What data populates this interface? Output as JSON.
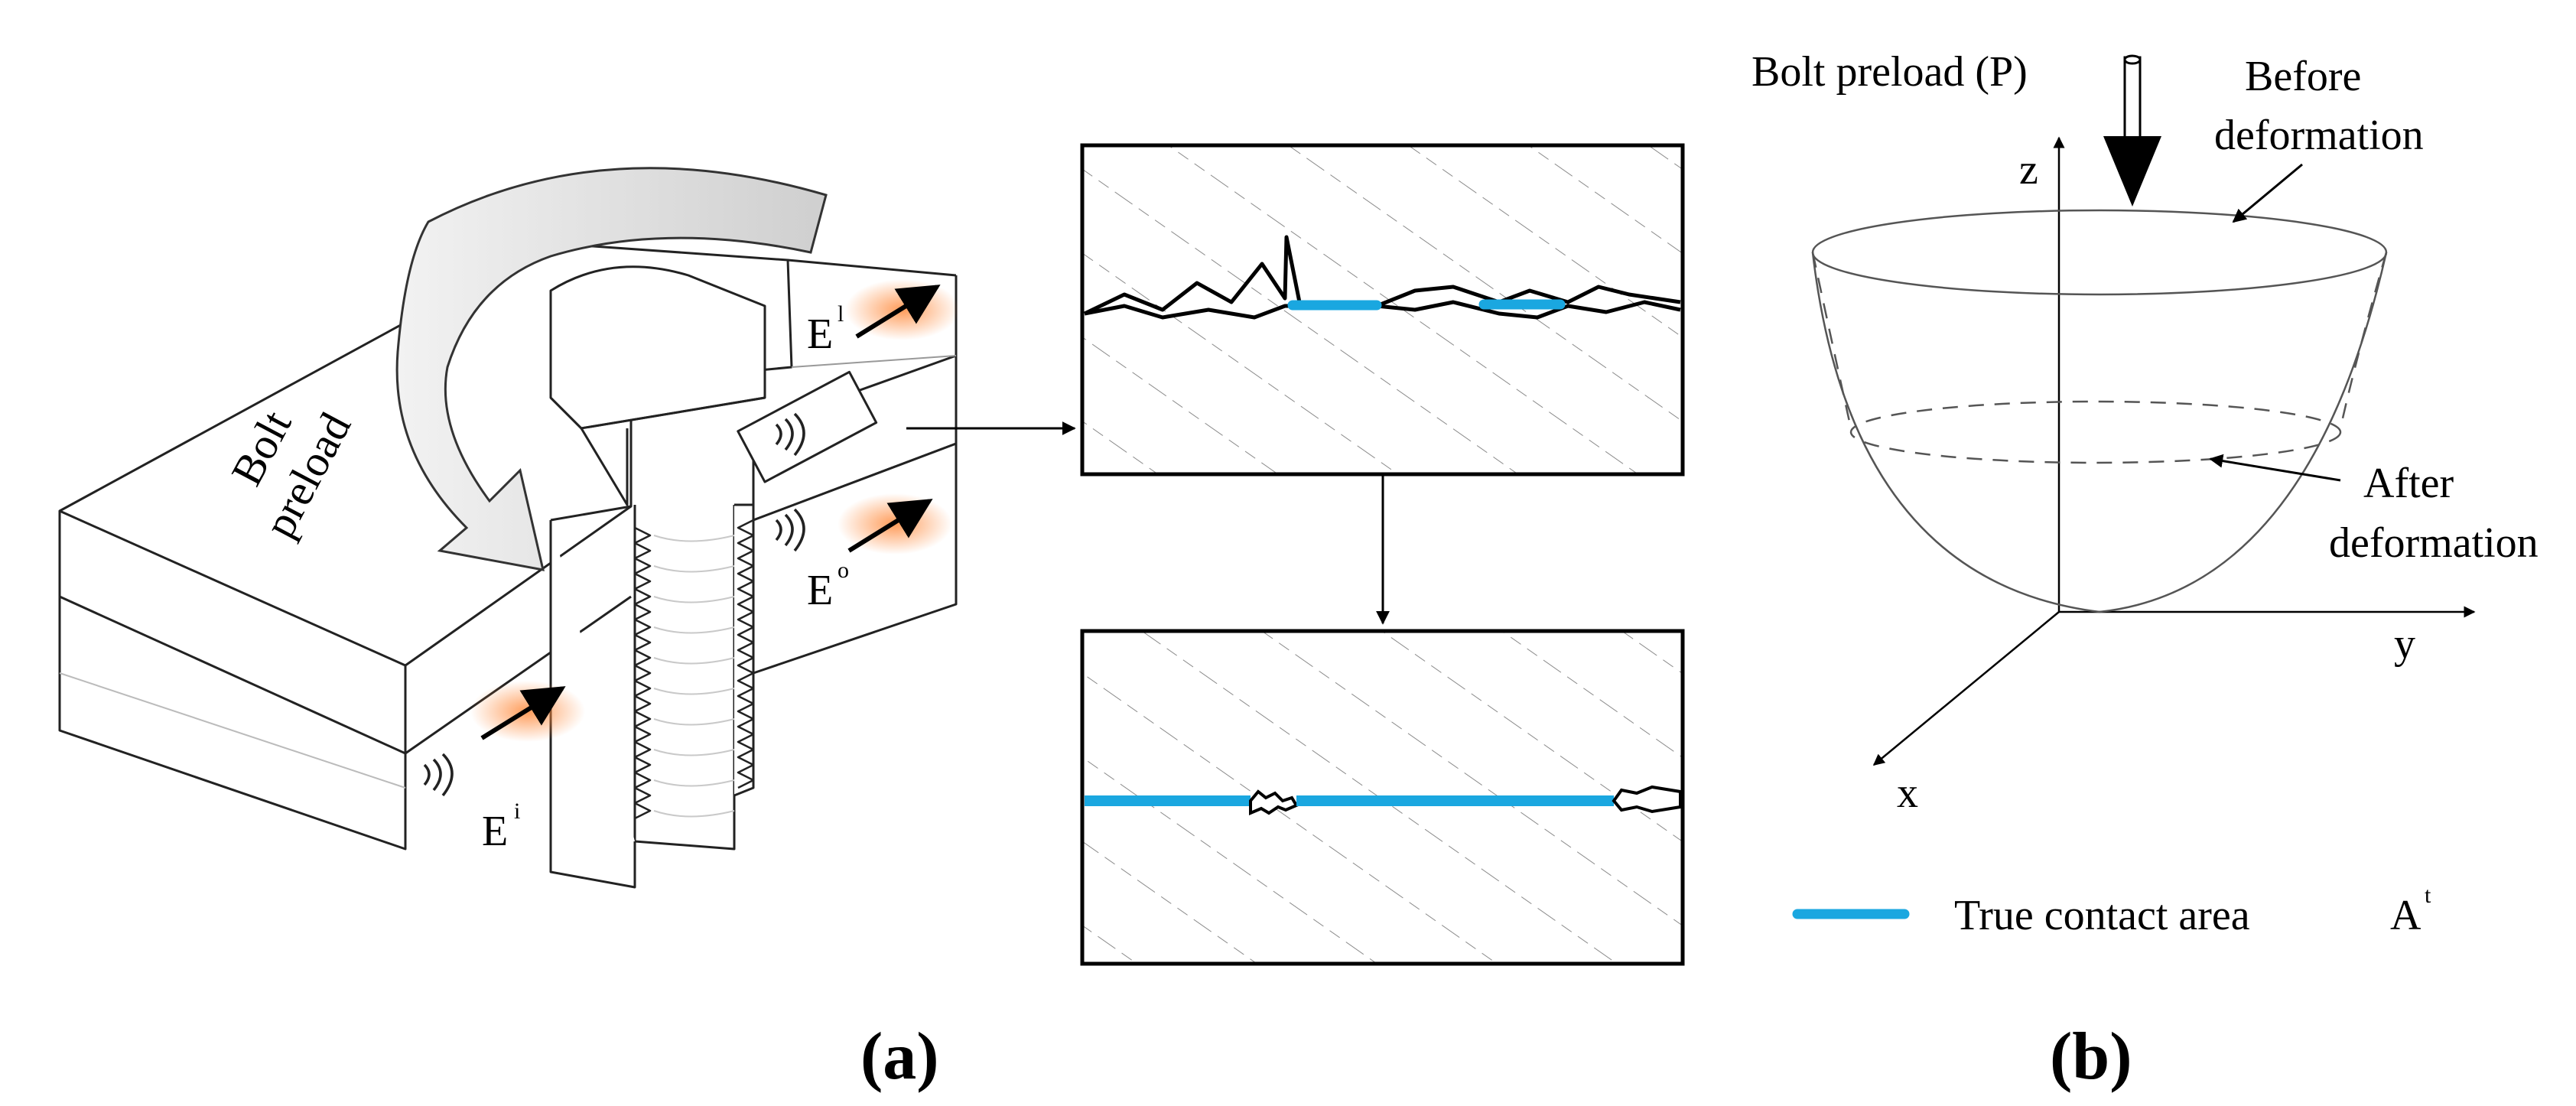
{
  "panel_a": {
    "caption": "(a)",
    "bolt_label_line1": "Bolt",
    "bolt_label_line2": "preload",
    "energy_top": {
      "base": "E",
      "sup": "l"
    },
    "energy_out": {
      "base": "E",
      "sup": "o"
    },
    "energy_in": {
      "base": "E",
      "sup": "i"
    }
  },
  "panel_b": {
    "caption": "(b)",
    "load_label": "Bolt preload (P)",
    "before_line1": "Before",
    "before_line2": "deformation",
    "after_line1": "After",
    "after_line2": "deformation",
    "axis_z": "z",
    "axis_y": "y",
    "axis_x": "x"
  },
  "legend": {
    "label": "True contact area",
    "symbol": {
      "base": "A",
      "sup": "t"
    },
    "color": "#1aa7e0"
  },
  "colors": {
    "contact": "#1aa7e0",
    "glow": "#ff9a5a",
    "outline": "#222222",
    "hatch": "#8a8a8a"
  }
}
